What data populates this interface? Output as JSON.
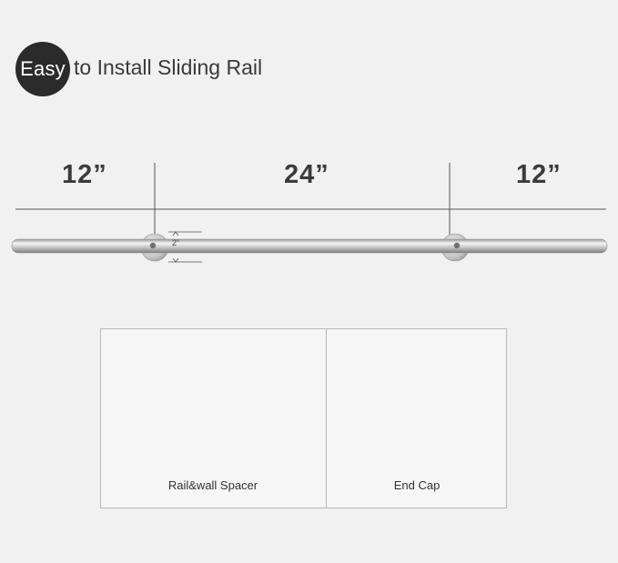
{
  "headline": {
    "badge_text": "Easy",
    "rest_text": "to Install Sliding Rail"
  },
  "dimensions": {
    "left": "12”",
    "middle": "24”",
    "right": "12”",
    "spacer_gap": "2”"
  },
  "details": {
    "left_caption": "Rail&wall Spacer",
    "right_caption": "End Cap"
  },
  "colors": {
    "badge": "#2b2b2b",
    "background": "#f1f1f1",
    "steel": "#c9c9c9"
  }
}
